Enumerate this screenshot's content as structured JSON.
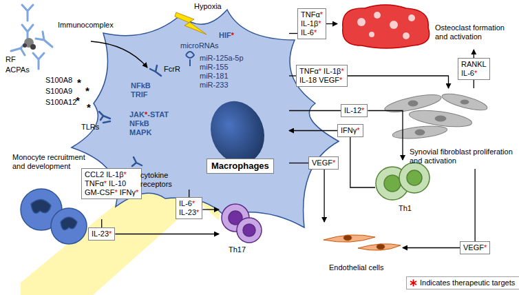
{
  "diagram": {
    "nodes": [
      {
        "text": [
          "HIF*",
          "NFkB TRIF",
          "microRNAs",
          "miR-125a-5p miR-155 miR-181 miR-233",
          "JAK*-STAT NFkB MAPK"
        ]
      },
      {
        "text": [
          "Macrophages"
        ],
        "in": 0
      },
      {
        "text": [
          "TNFα* IL-1β* IL-6*"
        ]
      },
      {
        "text": [
          "TNFα* IL-1β* IL-18 VEGF*"
        ]
      },
      {
        "text": [
          "RANKL IL-6*"
        ]
      },
      {
        "text": [
          "IL-12*"
        ]
      },
      {
        "text": [
          "IFNγ*"
        ]
      },
      {
        "text": [
          "VEGF*"
        ]
      },
      {
        "text": [
          "VEGF*"
        ]
      },
      {
        "text": [
          "IL-6* IL-23*"
        ]
      },
      {
        "text": [
          "IL-23*"
        ]
      },
      {
        "text": [
          "Osteoclast formation and activation"
        ]
      },
      {
        "text": [
          "Synovial fibroblast proliferation and activation"
        ]
      },
      {
        "text": [
          "Th1"
        ]
      },
      {
        "text": [
          "Th17"
        ]
      },
      {
        "text": [
          "Endothelial cells"
        ]
      },
      {
        "text": [
          "Monocyte recruitment and development"
        ]
      },
      {
        "text": [
          "CCL2 IL-1β* TNFα* IL-10 GM-CSF* IFNγ*"
        ],
        "in": 16
      }
    ],
    "edges": [
      {
        "from": 0,
        "to": 2,
        "arrow": "none"
      },
      {
        "from": 2,
        "to": 11,
        "arrow": "to"
      },
      {
        "from": 0,
        "to": 3,
        "arrow": "none"
      },
      {
        "from": 3,
        "to": 12,
        "arrow": "to"
      },
      {
        "from": 12,
        "to": 4,
        "arrow": "none"
      },
      {
        "from": 4,
        "to": 11,
        "arrow": "to"
      },
      {
        "from": 0,
        "to": 5,
        "arrow": "none"
      },
      {
        "from": 5,
        "to": 13,
        "arrow": "to"
      },
      {
        "from": 13,
        "to": 6,
        "arrow": "none"
      },
      {
        "from": 6,
        "to": 0,
        "arrow": "to"
      },
      {
        "from": 0,
        "to": 7,
        "arrow": "none"
      },
      {
        "from": 7,
        "to": 15,
        "arrow": "to"
      },
      {
        "from": 12,
        "to": 8,
        "arrow": "none"
      },
      {
        "from": 8,
        "to": 15,
        "arrow": "to"
      },
      {
        "from": 0,
        "to": 9,
        "arrow": "none"
      },
      {
        "from": 9,
        "to": 14,
        "arrow": "to"
      },
      {
        "from": 16,
        "to": 10,
        "arrow": "none"
      },
      {
        "from": 10,
        "to": 14,
        "arrow": "to"
      }
    ],
    "labels": [
      "Immunocomplex",
      "RF",
      "ACPAs",
      "Hypoxia",
      "FcrR",
      "S100A8",
      "S100A9",
      "S100A12",
      "*",
      "*",
      "*",
      "*",
      "TLRs",
      "cytokine receptors"
    ],
    "legend": [
      {
        "text": "Indicates therapeutic targets"
      }
    ]
  }
}
